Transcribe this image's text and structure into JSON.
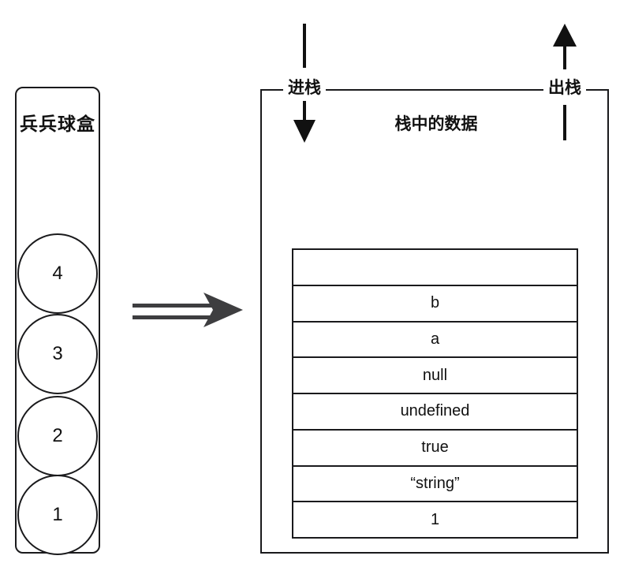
{
  "pingpong_box": {
    "label": "兵兵球盒",
    "balls": [
      "4",
      "3",
      "2",
      "1"
    ]
  },
  "stack": {
    "push_label": "进栈",
    "pop_label": "出栈",
    "title": "栈中的数据",
    "rows": [
      "",
      "b",
      "a",
      "null",
      "undefined",
      "true",
      "“string”",
      "1"
    ]
  },
  "icons": {
    "mid_arrow": "double-line-right-arrow",
    "push_arrow": "down-arrow",
    "pop_arrow": "up-arrow"
  },
  "colors": {
    "line": "#1a1a1c",
    "text": "#111111",
    "mid_arrow": "#3e3e40",
    "background": "#ffffff"
  }
}
